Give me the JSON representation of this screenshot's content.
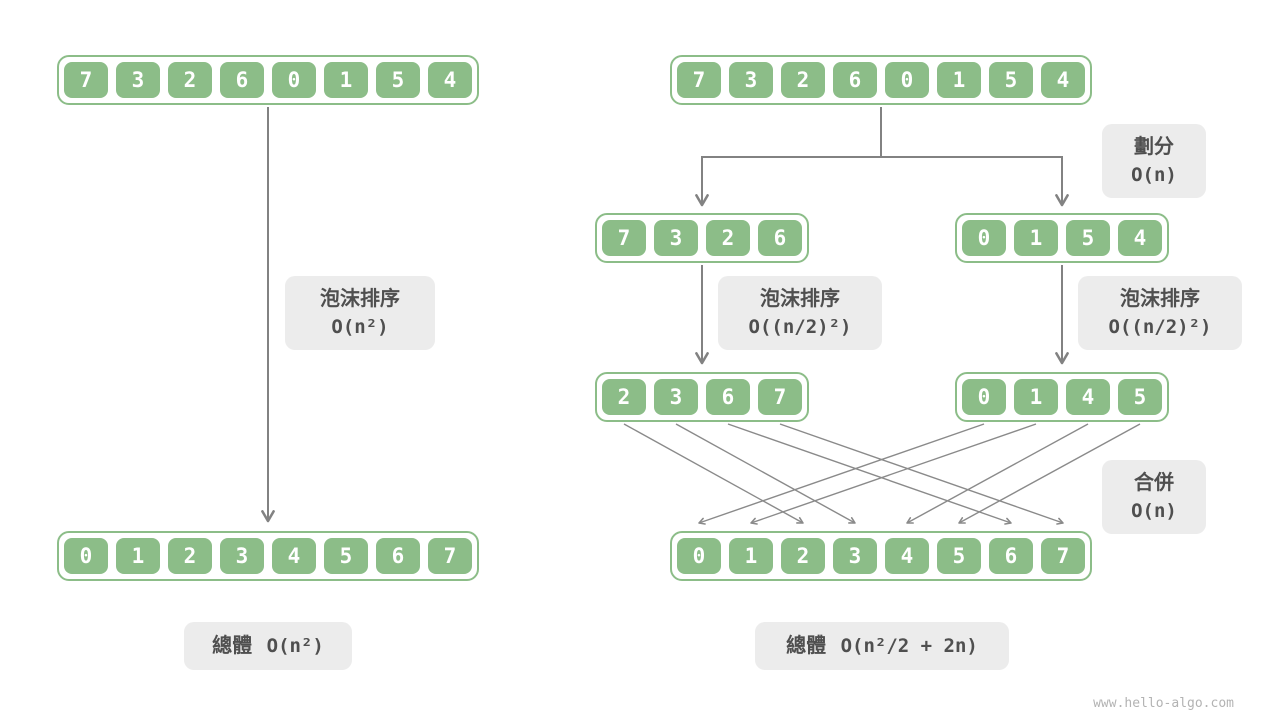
{
  "watermark": "www.hello-algo.com",
  "colors": {
    "cell_green": "#8cbd88",
    "label_bg": "#ececec",
    "label_text": "#4f4f4f",
    "arrow": "#828282"
  },
  "left_panel": {
    "input": [
      "7",
      "3",
      "2",
      "6",
      "0",
      "1",
      "5",
      "4"
    ],
    "output": [
      "0",
      "1",
      "2",
      "3",
      "4",
      "5",
      "6",
      "7"
    ],
    "sort_label": {
      "title": "泡沫排序",
      "complexity": "O(n²)"
    },
    "total": {
      "title": "總體",
      "complexity": "O(n²)"
    }
  },
  "right_panel": {
    "input": [
      "7",
      "3",
      "2",
      "6",
      "0",
      "1",
      "5",
      "4"
    ],
    "half_left": [
      "7",
      "3",
      "2",
      "6"
    ],
    "half_right": [
      "0",
      "1",
      "5",
      "4"
    ],
    "sorted_left": [
      "2",
      "3",
      "6",
      "7"
    ],
    "sorted_right": [
      "0",
      "1",
      "4",
      "5"
    ],
    "output": [
      "0",
      "1",
      "2",
      "3",
      "4",
      "5",
      "6",
      "7"
    ],
    "divide_label": {
      "title": "劃分",
      "complexity": "O(n)"
    },
    "sort_left_label": {
      "title": "泡沫排序",
      "complexity": "O((n/2)²)"
    },
    "sort_right_label": {
      "title": "泡沫排序",
      "complexity": "O((n/2)²)"
    },
    "merge_label": {
      "title": "合併",
      "complexity": "O(n)"
    },
    "total": {
      "title": "總體",
      "complexity": "O(n²/2 + 2n)"
    }
  }
}
